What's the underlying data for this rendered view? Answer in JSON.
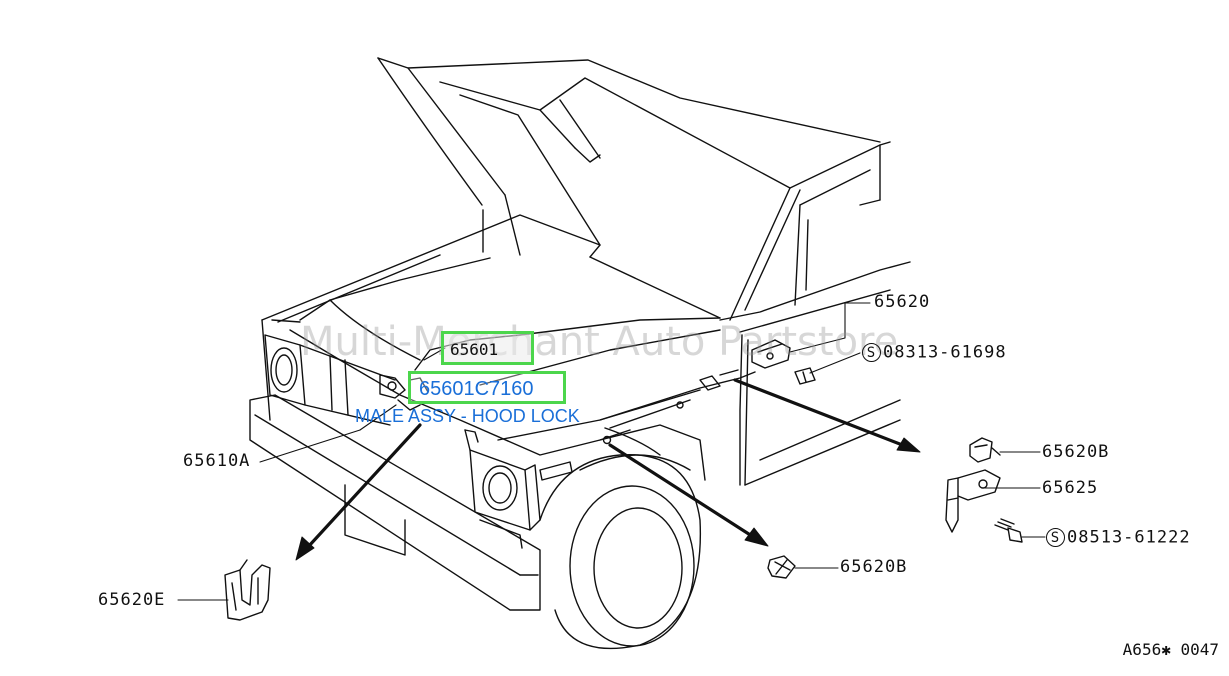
{
  "colors": {
    "line": "#111111",
    "highlight_border": "#4cd64c",
    "selected_text": "#1a6fd8",
    "watermark": "#969696"
  },
  "watermark": "Multi-Merchant Auto Partstore",
  "highlight": {
    "part_label": "65601",
    "selected_part": "65601C7160",
    "description": "MALE ASSY - HOOD LOCK"
  },
  "labels": {
    "p65620": "65620",
    "s08313_prefix": "S",
    "s08313": "08313-61698",
    "p65610a": "65610A",
    "p65620b_top": "65620B",
    "p65625": "65625",
    "s08513_prefix": "S",
    "s08513": "08513-61222",
    "p65620b_bottom": "65620B",
    "p65620e": "65620E"
  },
  "reference_code": "A656✱ 0047"
}
